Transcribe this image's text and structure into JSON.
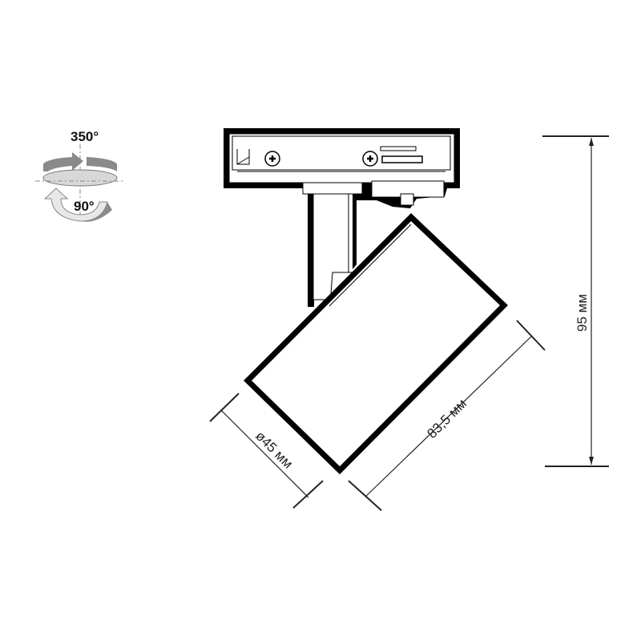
{
  "rotation": {
    "horizontal_label": "350°",
    "vertical_label": "90°"
  },
  "dimensions": {
    "height_label": "95 мм",
    "length_label": "83,5 мм",
    "diameter_label": "ø45 мм"
  },
  "colors": {
    "outline": "#000000",
    "dimension_line": "#222222",
    "arrow_gray": "#8a8a8a",
    "disc_gray": "#d8d8d8"
  }
}
